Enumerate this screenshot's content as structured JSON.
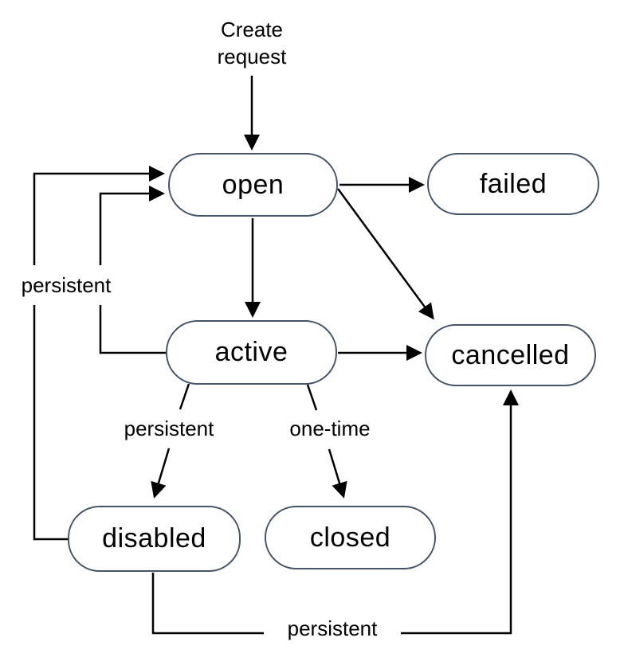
{
  "diagram": {
    "nodes": [
      {
        "id": "open",
        "label": "open"
      },
      {
        "id": "failed",
        "label": "failed"
      },
      {
        "id": "active",
        "label": "active"
      },
      {
        "id": "cancelled",
        "label": "cancelled"
      },
      {
        "id": "disabled",
        "label": "disabled"
      },
      {
        "id": "closed",
        "label": "closed"
      }
    ],
    "edge_labels": {
      "create_request": "Create request",
      "persistent_left": "persistent",
      "persistent_mid": "persistent",
      "one_time": "one-time",
      "persistent_bottom": "persistent"
    },
    "edges": [
      {
        "from": "start",
        "to": "open",
        "label": "Create request"
      },
      {
        "from": "open",
        "to": "failed",
        "label": ""
      },
      {
        "from": "open",
        "to": "cancelled",
        "label": ""
      },
      {
        "from": "open",
        "to": "active",
        "label": ""
      },
      {
        "from": "active",
        "to": "cancelled",
        "label": ""
      },
      {
        "from": "active",
        "to": "disabled",
        "label": "persistent"
      },
      {
        "from": "active",
        "to": "closed",
        "label": "one-time"
      },
      {
        "from": "active",
        "to": "open",
        "label": "persistent"
      },
      {
        "from": "disabled",
        "to": "open",
        "label": "persistent"
      },
      {
        "from": "disabled",
        "to": "cancelled",
        "label": "persistent"
      }
    ],
    "colors": {
      "node_border": "#44546A",
      "node_fill": "#ffffff",
      "edge": "#000000",
      "text": "#000000",
      "background": "#ffffff"
    }
  }
}
